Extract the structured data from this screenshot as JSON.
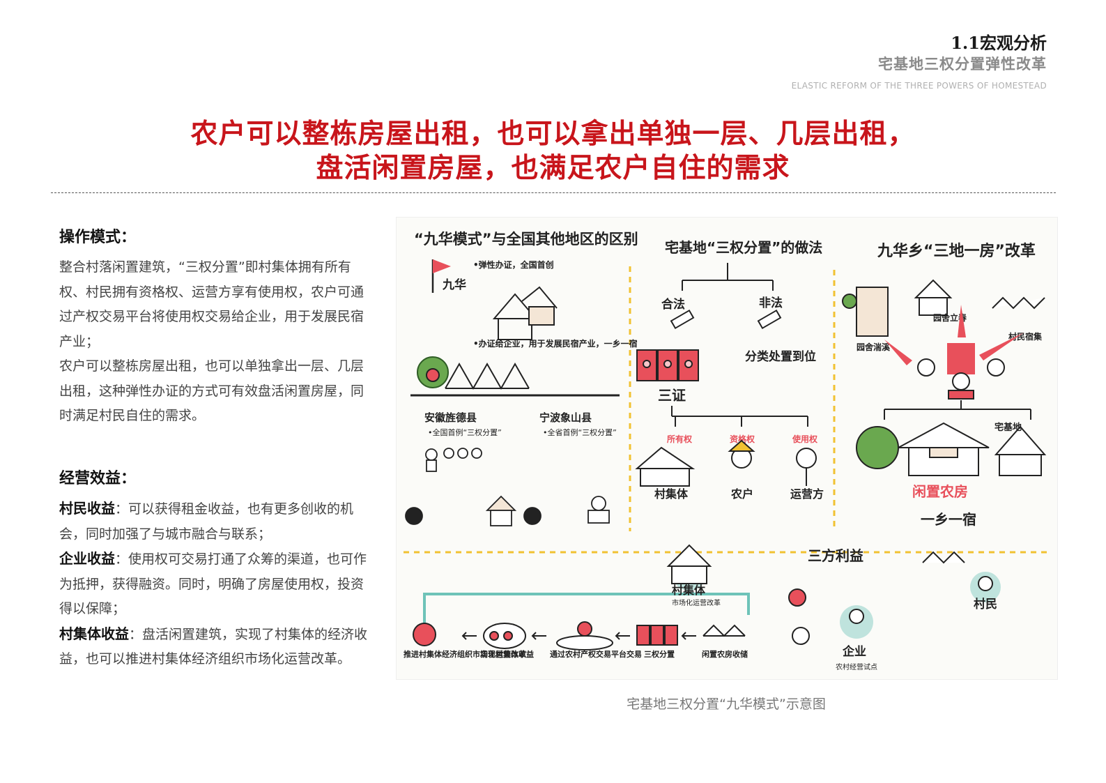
{
  "header": {
    "section": "1.1宏观分析",
    "subtitle": "宅基地三权分置弹性改革",
    "english": "ELASTIC REFORM OF THE THREE POWERS OF HOMESTEAD"
  },
  "headline": {
    "line1": "农户可以整栋房屋出租，也可以拿出单独一层、几层出租，",
    "line2": "盘活闲置房屋，也满足农户自住的需求"
  },
  "operation": {
    "heading": "操作模式：",
    "p1": "整合村落闲置建筑，“三权分置”即村集体拥有所有权、村民拥有资格权、运营方享有使用权，农户可通过产权交易平台将使用权交易给企业，用于发展民宿产业；",
    "p2": "农户可以整栋房屋出租，也可以单独拿出一层、几层出租，这种弹性办证的方式可有效盘活闲置房屋，同时满足村民自住的需求。"
  },
  "benefits": {
    "heading": "经营效益：",
    "villager_label": "村民收益",
    "villager_text": "：可以获得租金收益，也有更多创收的机会，同时加强了与城市融合与联系；",
    "enterprise_label": "企业收益",
    "enterprise_text": "：使用权可交易打通了众筹的渠道，也可作为抵押，获得融资。同时，明确了房屋使用权，投资得以保障；",
    "collective_label": "村集体收益",
    "collective_text": "：盘活闲置建筑，实现了村集体的经济收益，也可以推进村集体经济组织市场化运营改革。"
  },
  "figure": {
    "panel1_title": "“九华模式”与全国其他地区的区别",
    "flag_label": "九华",
    "point1": "•弹性办证，全国首创",
    "point2": "•办证给企业，用于发展民宿产业，一乡一宿",
    "county1": "安徽旌德县",
    "county1_note": "•全国首例“三权分置”",
    "county2": "宁波象山县",
    "county2_note": "•全省首例“三权分置”",
    "panel2_title": "宅基地“三权分置”的做法",
    "legal": "合法",
    "illegal": "非法",
    "classify": "分类处置到位",
    "three_cert": "三证",
    "ownership": "所有权",
    "qualification": "资格权",
    "use_right": "使用权",
    "collective": "村集体",
    "farmer": "农户",
    "operator": "运营方",
    "panel3_title": "九华乡“三地一房”改革",
    "garden": "园舍立春",
    "garden2": "园舍湍溪",
    "homestay": "村民宿集",
    "homestead": "宅基地",
    "idle_house": "闲置农房",
    "one_village": "一乡一宿",
    "panel4_title": "三方利益",
    "flow1": "推进村集体经济组织市场化运营改革",
    "flow2": "实现村集体收益",
    "flow3": "通过农村产权交易平台交易",
    "flow4": "三权分置",
    "flow5": "闲置农房收储",
    "collective2": "村集体",
    "collective2_note": "市场化运营改革",
    "villager": "村民",
    "enterprise": "企业",
    "enterprise_note": "农村经营试点"
  },
  "caption": "宅基地三权分置“九华模式”示意图",
  "colors": {
    "accent_red": "#c8151b",
    "figure_red": "#e8505b",
    "teal": "#6ec3b8"
  }
}
